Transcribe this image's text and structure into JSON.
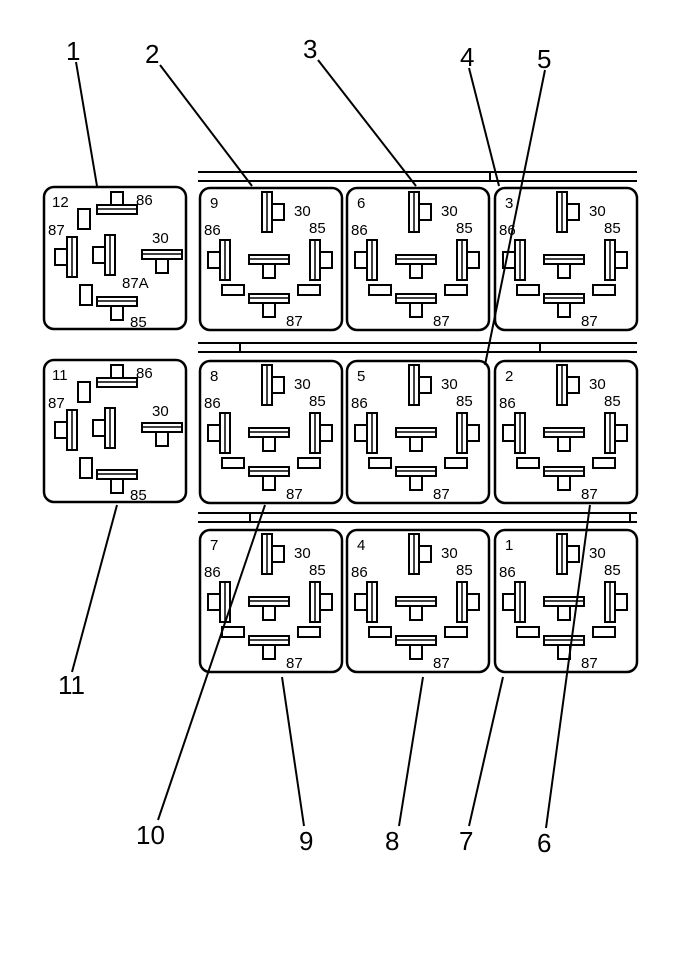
{
  "callouts": [
    "1",
    "2",
    "3",
    "4",
    "5",
    "6",
    "7",
    "8",
    "9",
    "10",
    "11"
  ],
  "relays": [
    {
      "number": "12",
      "pins": {
        "86": "86",
        "87": "87",
        "30": "30",
        "87A": "87A",
        "85": "85"
      }
    },
    {
      "number": "11",
      "pins": {
        "86": "86",
        "87": "87",
        "30": "30",
        "85": "85"
      }
    },
    {
      "number": "9",
      "pins": {
        "30": "30",
        "86": "86",
        "85": "85",
        "87": "87"
      }
    },
    {
      "number": "6",
      "pins": {
        "30": "30",
        "86": "86",
        "85": "85",
        "87": "87"
      }
    },
    {
      "number": "3",
      "pins": {
        "30": "30",
        "86": "86",
        "85": "85",
        "87": "87"
      }
    },
    {
      "number": "8",
      "pins": {
        "30": "30",
        "86": "86",
        "85": "85",
        "87": "87"
      }
    },
    {
      "number": "5",
      "pins": {
        "30": "30",
        "86": "86",
        "85": "85",
        "87": "87"
      }
    },
    {
      "number": "2",
      "pins": {
        "30": "30",
        "86": "86",
        "85": "85",
        "87": "87"
      }
    },
    {
      "number": "7",
      "pins": {
        "30": "30",
        "86": "86",
        "85": "85",
        "87": "87"
      }
    },
    {
      "number": "4",
      "pins": {
        "30": "30",
        "86": "86",
        "85": "85",
        "87": "87"
      }
    },
    {
      "number": "1",
      "pins": {
        "30": "30",
        "86": "86",
        "85": "85",
        "87": "87"
      }
    }
  ]
}
